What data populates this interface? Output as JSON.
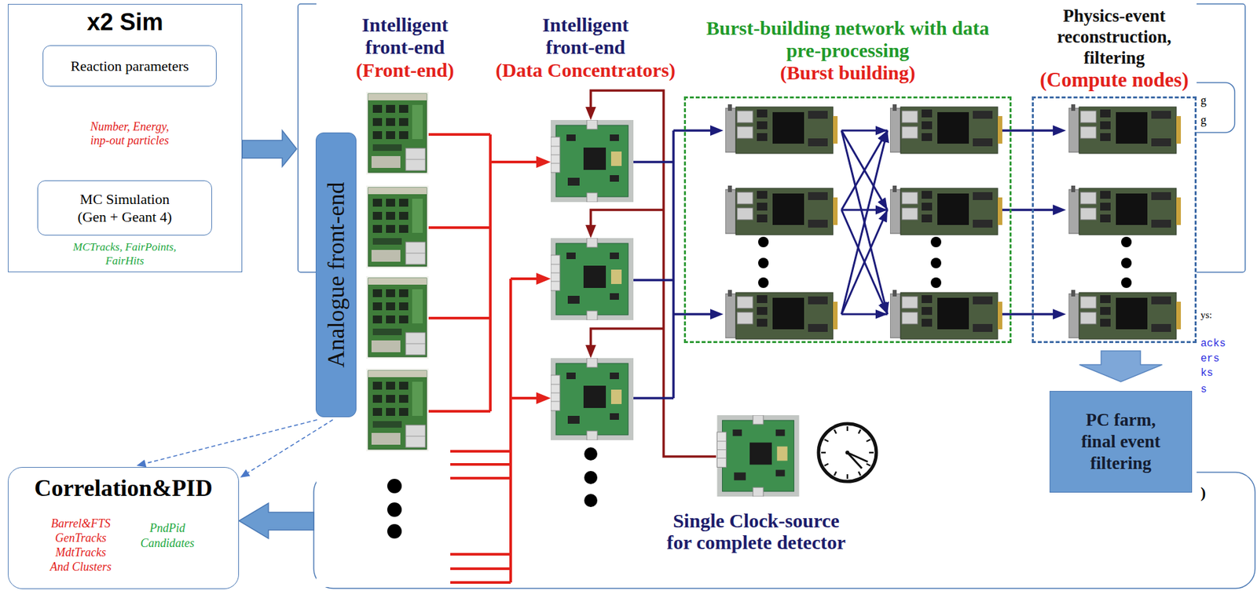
{
  "diagram": {
    "nodes": [
      {
        "text": [
          "x2 Sim"
        ]
      },
      {
        "text": [
          "Reaction parameters"
        ],
        "in": 0
      },
      {
        "text": [
          "MC Simulation (Gen + Geant 4)"
        ],
        "in": 0
      },
      {
        "text": [
          "Analogue front-end"
        ]
      },
      {
        "text": [
          "Burst-building network with data pre-processing",
          "(Burst building)"
        ]
      },
      {
        "text": [
          "Physics-event reconstruction, filtering",
          "(Compute nodes)"
        ]
      },
      {
        "text": [
          "PC farm, final event filtering"
        ]
      },
      {
        "text": [
          "Correlation&PID",
          "Barrel&FTS GenTracks MdtTracks And Clusters",
          "PndPid Candidates"
        ]
      }
    ],
    "edges": [
      {
        "from": 1,
        "to": 2,
        "label": "Number, Energy, inp-out particles",
        "arrow": "to"
      },
      {
        "from": 5,
        "to": 6,
        "arrow": "to"
      },
      {
        "from": 3,
        "to": 7,
        "arrow": "to"
      },
      {
        "from": 3,
        "to": 7,
        "arrow": "to"
      }
    ],
    "labels": [
      "Intelligent front-end",
      "(Front-end)",
      "Intelligent front-end",
      "(Data Concentrators)",
      "Single Clock-source for complete detector",
      "MCTracks, FairPoints, FairHits",
      "g",
      "g",
      ")",
      "ys:",
      "acks",
      "ers",
      "ks",
      "s"
    ]
  }
}
